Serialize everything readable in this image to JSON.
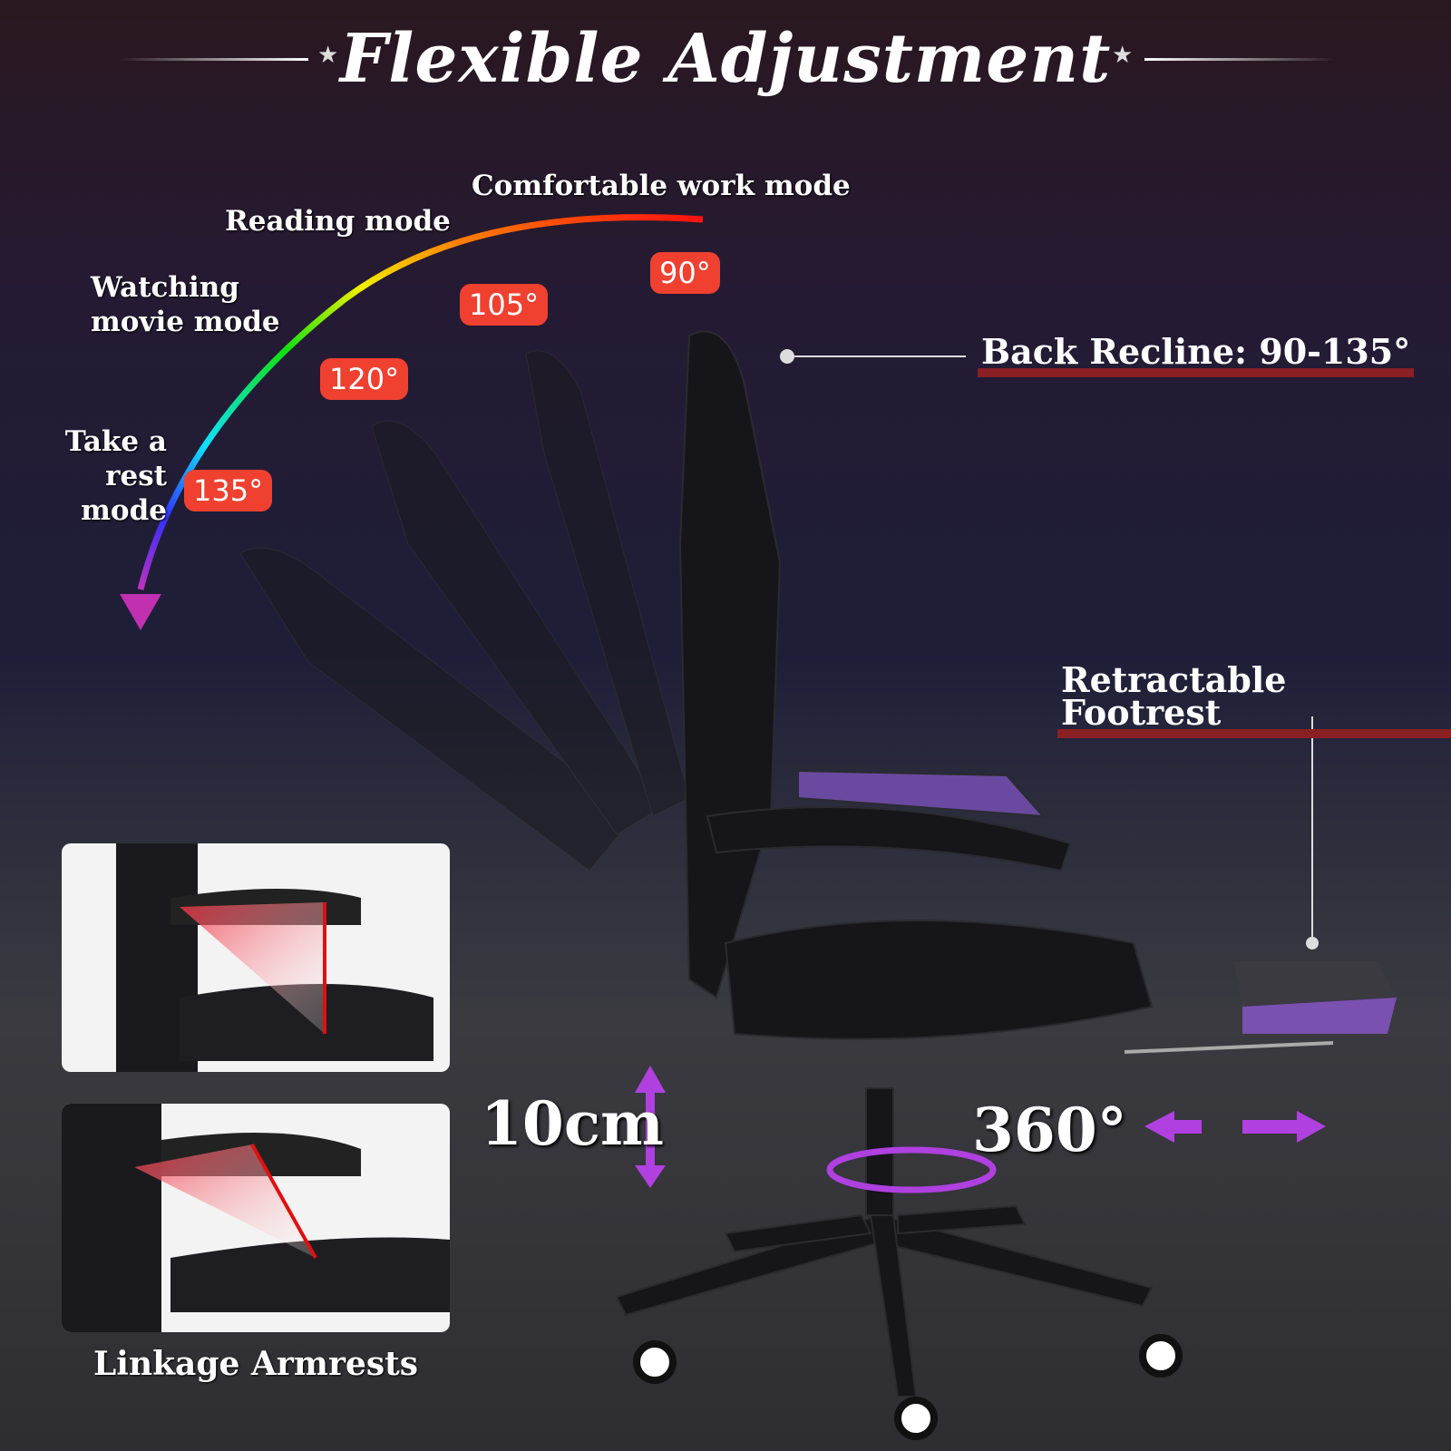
{
  "title": "Flexible Adjustment",
  "modes": {
    "work": "Comfortable work mode",
    "reading": "Reading mode",
    "movie_1": "Watching",
    "movie_2": "movie mode",
    "rest_1": "Take a",
    "rest_2": "rest mode"
  },
  "angles": [
    "90°",
    "105°",
    "120°",
    "135°"
  ],
  "back_recline": "Back Recline: 90-135°",
  "footrest": "Retractable Footrest",
  "height_adjust": "10cm",
  "swivel": "360°",
  "armrests": "Linkage Armrests",
  "colors": {
    "badge": "#f04030",
    "accent": "#b040e0",
    "underline": "#8a1f24"
  }
}
